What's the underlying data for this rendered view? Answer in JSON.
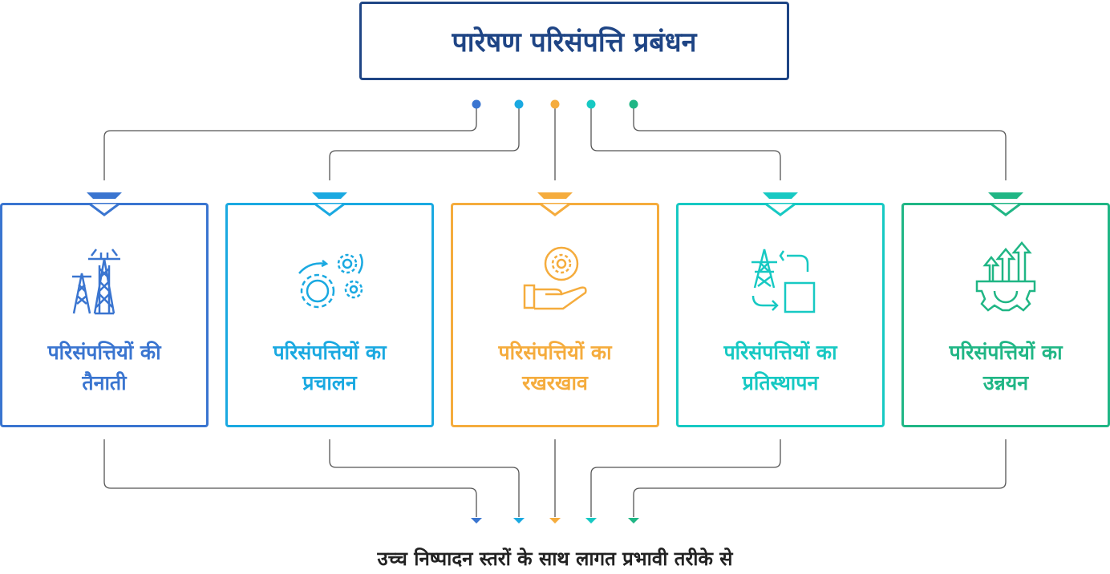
{
  "title": "पारेषण परिसंपत्ति प्रबंधन",
  "colors": {
    "title": "#1f4585",
    "deploy": "#3a75d0",
    "operate": "#1aa9e1",
    "maintain": "#f5ac3d",
    "replace": "#17c9c3",
    "upgrade": "#20b685"
  },
  "stages": [
    {
      "line1": "परिसंपत्तियों की",
      "line2": "तैनाती",
      "icon": "transmission-tower-icon",
      "color": "#3a75d0"
    },
    {
      "line1": "परिसंपत्तियों का",
      "line2": "प्रचालन",
      "icon": "gears-icon",
      "color": "#1aa9e1"
    },
    {
      "line1": "परिसंपत्तियों का",
      "line2": "रखरखाव",
      "icon": "hand-gear-icon",
      "color": "#f5ac3d"
    },
    {
      "line1": "परिसंपत्तियों का",
      "line2": "प्रतिस्थापन",
      "icon": "tower-replace-icon",
      "color": "#17c9c3"
    },
    {
      "line1": "परिसंपत्तियों का",
      "line2": "उन्नयन",
      "icon": "gear-upgrade-arrows-icon",
      "color": "#20b685"
    }
  ],
  "footer": "उच्च निष्पादन स्तरों के साथ लागत प्रभावी तरीके से"
}
